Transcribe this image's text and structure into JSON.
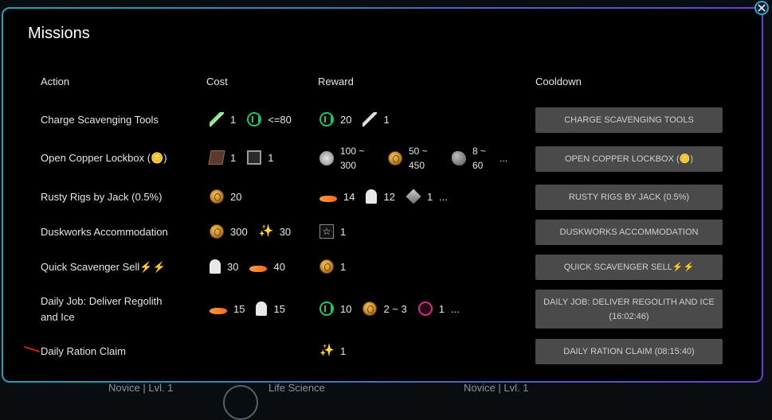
{
  "background": {
    "left_text": "Novice | Lvl. 1",
    "mid_text": "Life Science",
    "right_text": "Novice | Lvl. 1"
  },
  "modal": {
    "title": "Missions",
    "close_icon": "close-icon",
    "headers": {
      "action": "Action",
      "cost": "Cost",
      "reward": "Reward",
      "cooldown": "Cooldown"
    },
    "rows": [
      {
        "action": "Charge Scavenging Tools",
        "cost": [
          {
            "icon": "green-vial-icon",
            "text": "1"
          },
          {
            "icon": "green-energy-icon",
            "text": "<=80"
          }
        ],
        "reward": [
          {
            "icon": "green-energy-icon",
            "text": "20"
          },
          {
            "icon": "silver-vial-icon",
            "text": "1"
          }
        ],
        "button": "CHARGE SCAVENGING TOOLS"
      },
      {
        "action": "Open Copper Lockbox (🪙)",
        "cost": [
          {
            "icon": "copper-lockbox-icon",
            "text": "1"
          },
          {
            "icon": "framed-box-icon",
            "text": "1"
          }
        ],
        "reward": [
          {
            "icon": "silver-coin-icon",
            "text": "100 ~ 300"
          },
          {
            "icon": "gold-coin-icon",
            "text": "50 ~ 450"
          },
          {
            "icon": "rock-icon",
            "text": "8 ~ 60"
          }
        ],
        "more": "...",
        "button": "OPEN COPPER LOCKBOX (🪙)"
      },
      {
        "action": "Rusty Rigs by Jack (0.5%)",
        "cost": [
          {
            "icon": "gold-coin-icon",
            "text": "20"
          }
        ],
        "reward": [
          {
            "icon": "fish-icon",
            "text": "14"
          },
          {
            "icon": "ghost-icon",
            "text": "12"
          },
          {
            "icon": "crate-icon",
            "text": "1"
          }
        ],
        "more": "...",
        "button": "RUSTY RIGS BY JACK (0.5%)"
      },
      {
        "action": "Duskworks Accommodation",
        "cost": [
          {
            "icon": "gold-coin-icon",
            "text": "300"
          },
          {
            "icon": "claw-icon",
            "text": "30"
          }
        ],
        "reward": [
          {
            "icon": "star-frame-icon",
            "text": "1"
          }
        ],
        "button": "DUSKWORKS ACCOMMODATION"
      },
      {
        "action": "Quick Scavenger Sell⚡⚡",
        "cost": [
          {
            "icon": "ghost-icon",
            "text": "30"
          },
          {
            "icon": "fish-icon",
            "text": "40"
          }
        ],
        "reward": [
          {
            "icon": "gold-coin-icon",
            "text": "1"
          }
        ],
        "button": "QUICK SCAVENGER SELL⚡⚡"
      },
      {
        "action_line1": "Daily Job: Deliver Regolith",
        "action_line2": "and Ice",
        "cost": [
          {
            "icon": "fish-icon",
            "text": "15"
          },
          {
            "icon": "ghost-icon",
            "text": "15"
          }
        ],
        "reward": [
          {
            "icon": "green-energy-icon",
            "text": "10"
          },
          {
            "icon": "gold-coin-icon",
            "text": "2 ~ 3"
          },
          {
            "icon": "pink-ring-icon",
            "text": "1"
          }
        ],
        "more": "...",
        "button_line1": "DAILY JOB: DELIVER REGOLITH AND ICE",
        "button_line2": "(16:02:46)"
      },
      {
        "action": "Daily Ration Claim",
        "reward": [
          {
            "icon": "claw-icon",
            "text": "1"
          }
        ],
        "button": "DAILY RATION CLAIM (08:15:40)"
      }
    ]
  }
}
